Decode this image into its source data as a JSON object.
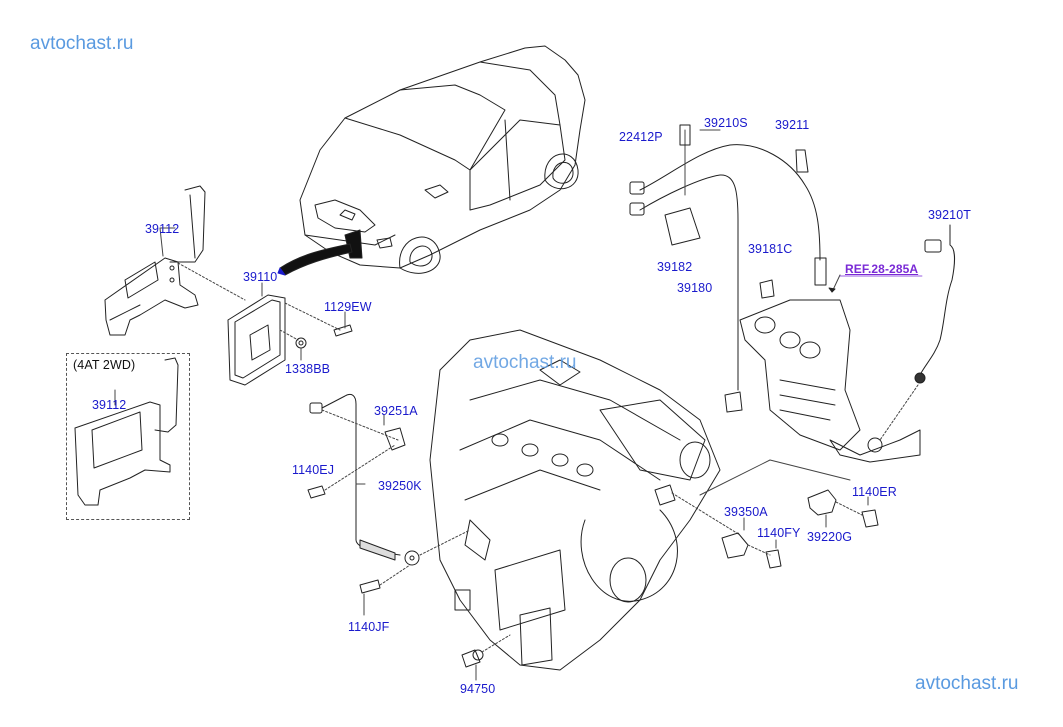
{
  "watermarks": {
    "top_left": "avtochast.ru",
    "center": "avtochast.ru",
    "bottom_right": "avtochast.ru"
  },
  "variant_box": {
    "title": "(4AT 2WD)",
    "part": "39112"
  },
  "parts": {
    "bracket_upper": "39112",
    "ecu": "39110",
    "bolt_ecu": "1129EW",
    "nut_ecu": "1338BB",
    "bolt_22412": "22412P",
    "front_o2_harness": "39210S",
    "bracket_39211": "39211",
    "bracket_39182": "39182",
    "clip_39181": "39181C",
    "harness_39180": "39180",
    "rear_o2_sensor": "39210T",
    "ref_catalyst": "REF.28-285A",
    "knock_bracket": "39251A",
    "bolt_1140ej": "1140EJ",
    "knock_harness": "39250K",
    "bolt_1140jf": "1140JF",
    "oil_pressure_switch": "94750",
    "cam_sensor": "39350A",
    "bolt_1140fy": "1140FY",
    "crank_sensor": "39220G",
    "bolt_1140er": "1140ER"
  },
  "colors": {
    "label": "#1a1acc",
    "ref_link": "#7a2ad6",
    "watermark": "#5a9ae0",
    "linework": "#222222"
  }
}
